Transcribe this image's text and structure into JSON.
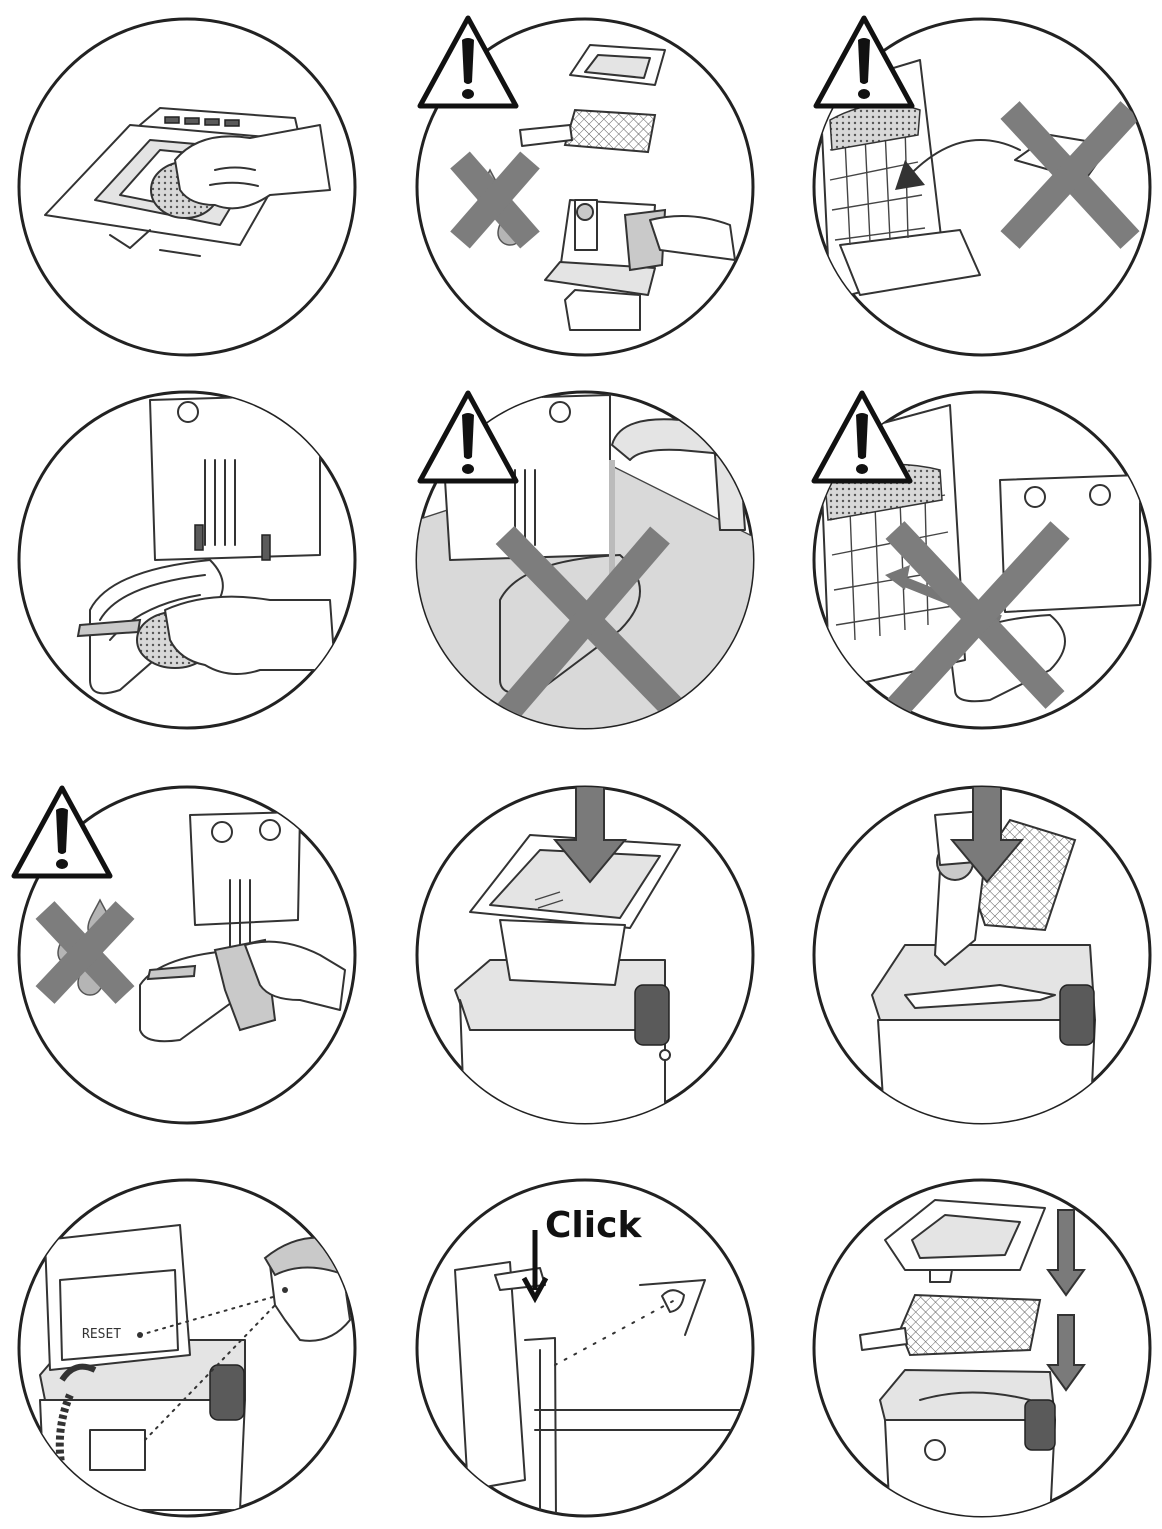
{
  "labels": {
    "reset": "RESET",
    "click": "Click"
  },
  "colors": {
    "line": "#333333",
    "cross_gray": "#7d7d7d",
    "light_fill": "#e4e4e4",
    "dark_handle": "#5a5a5a"
  },
  "panels": [
    {
      "id": "lid-sponge",
      "icons": [
        "sponge-icon",
        "hand-icon"
      ]
    },
    {
      "id": "no-water-wipe-parts",
      "icons": [
        "warning-icon",
        "no-water-icon",
        "cloth-icon"
      ]
    },
    {
      "id": "lid-not-dishwasher",
      "icons": [
        "warning-icon",
        "dishwasher-icon",
        "cross-icon"
      ]
    },
    {
      "id": "element-sponge",
      "icons": [
        "sponge-icon",
        "hand-icon"
      ]
    },
    {
      "id": "no-tap-water-element",
      "icons": [
        "warning-icon",
        "faucet-icon",
        "cross-icon"
      ]
    },
    {
      "id": "element-not-dishwasher",
      "icons": [
        "warning-icon",
        "dishwasher-icon",
        "cross-icon"
      ]
    },
    {
      "id": "element-wipe-dry",
      "icons": [
        "warning-icon",
        "no-water-icon",
        "cloth-icon"
      ]
    },
    {
      "id": "insert-bowl",
      "icons": [
        "down-arrow-icon"
      ]
    },
    {
      "id": "insert-element",
      "icons": [
        "down-arrow-icon"
      ]
    },
    {
      "id": "reset-check",
      "icons": [
        "eye-icon"
      ]
    },
    {
      "id": "click-check",
      "icons": [
        "down-arrow-icon",
        "eye-icon"
      ]
    },
    {
      "id": "reassemble",
      "icons": [
        "down-arrow-icon",
        "down-arrow-icon"
      ]
    }
  ]
}
